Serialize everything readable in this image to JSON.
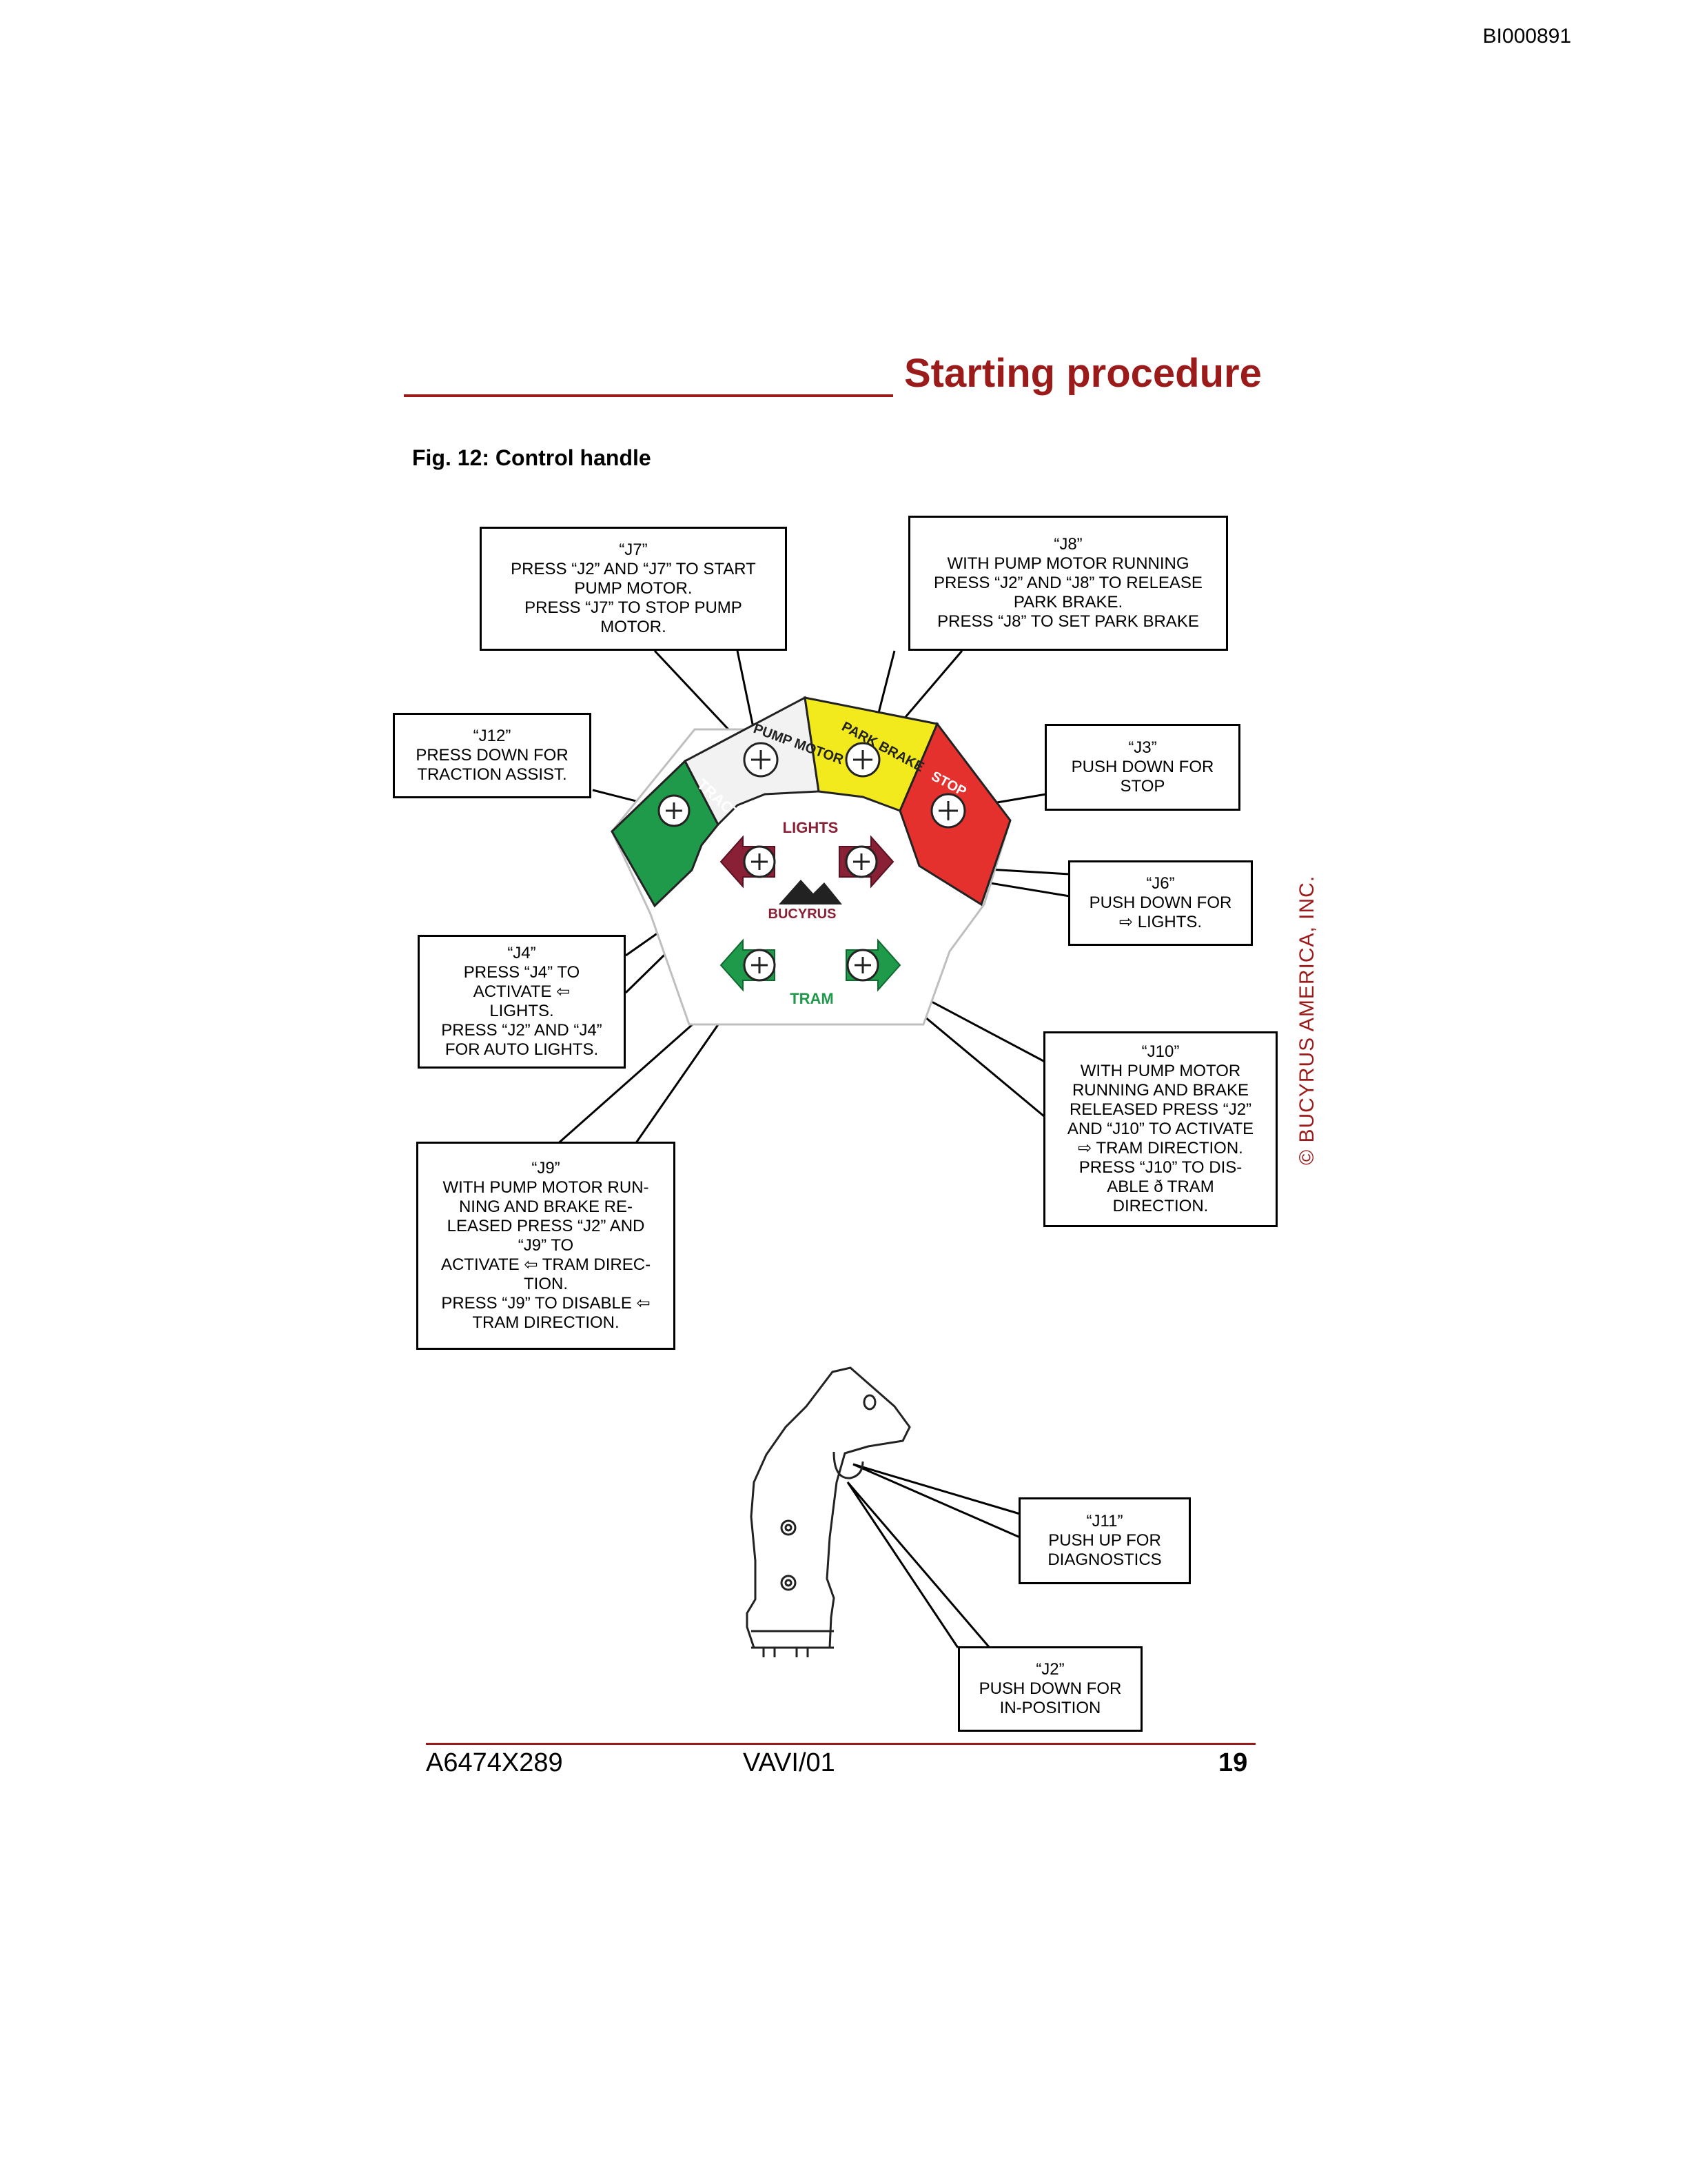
{
  "doc_id": "BI000891",
  "title": "Starting procedure",
  "figure_caption": "Fig. 12: Control handle",
  "panel": {
    "segments": {
      "traction_assist": "TRACTION ASSIST",
      "pump_motor": "PUMP MOTOR",
      "park_brake": "PARK BRAKE",
      "stop": "STOP"
    },
    "lights_label": "LIGHTS",
    "brand": "BUCYRUS",
    "tram_label": "TRAM",
    "colors": {
      "green": "#1f9a4a",
      "white": "#f2f2f2",
      "yellow": "#f2ea1c",
      "red": "#e5312e",
      "maroon": "#8a2035",
      "title_red": "#9b1b1b"
    }
  },
  "callouts": {
    "j7": "“J7”\nPRESS “J2” AND “J7” TO START\nPUMP MOTOR.\nPRESS “J7” TO STOP PUMP\nMOTOR.",
    "j8": "“J8”\nWITH PUMP MOTOR RUNNING\nPRESS “J2” AND “J8” TO RELEASE\nPARK BRAKE.\nPRESS “J8” TO SET PARK BRAKE",
    "j12": "“J12”\nPRESS DOWN FOR\nTRACTION ASSIST.",
    "j3": "“J3”\nPUSH DOWN FOR\nSTOP",
    "j6": "“J6”\nPUSH DOWN FOR\n⇨ LIGHTS.",
    "j4": "“J4”\nPRESS “J4” TO\nACTIVATE ⇦\nLIGHTS.\nPRESS “J2” AND “J4”\nFOR AUTO LIGHTS.",
    "j10": "“J10”\nWITH PUMP MOTOR\nRUNNING AND BRAKE\nRELEASED PRESS “J2”\nAND “J10” TO ACTIVATE\n⇨ TRAM DIRECTION.\nPRESS “J10” TO DIS-\nABLE ð TRAM\nDIRECTION.",
    "j9": "“J9”\nWITH PUMP MOTOR RUN-\nNING AND BRAKE RE-\nLEASED PRESS “J2” AND\n“J9” TO\nACTIVATE ⇦ TRAM DIREC-\nTION.\nPRESS “J9” TO DISABLE ⇦\nTRAM DIRECTION.",
    "j11": "“J11”\nPUSH UP FOR\nDIAGNOSTICS",
    "j2": "“J2”\nPUSH DOWN FOR\nIN-POSITION"
  },
  "copyright": "© BUCYRUS AMERICA, INC.",
  "footer": {
    "doc_number": "A6474X289",
    "revision": "VAVI/01",
    "page": "19"
  }
}
